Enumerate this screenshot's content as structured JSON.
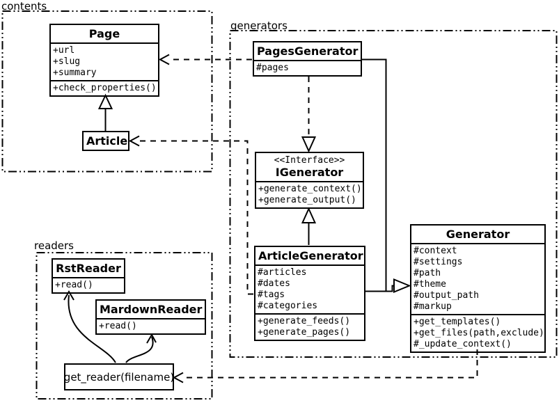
{
  "diagram_title": "UML class diagram of a static site generator (contents / generators / readers packages)",
  "packages": {
    "contents": {
      "label": "contents"
    },
    "generators": {
      "label": "generators"
    },
    "readers": {
      "label": "readers"
    }
  },
  "classes": {
    "page": {
      "title": "Page",
      "attrs": [
        "+url",
        "+slug",
        "+summary"
      ],
      "methods": [
        "+check_properties()"
      ]
    },
    "article": {
      "title": "Article"
    },
    "pages_generator": {
      "title": "PagesGenerator",
      "attrs": [
        "#pages"
      ]
    },
    "igenerator": {
      "stereotype": "<<Interface>>",
      "title": "IGenerator",
      "methods": [
        "+generate_context()",
        "+generate_output()"
      ]
    },
    "article_generator": {
      "title": "ArticleGenerator",
      "attrs": [
        "#articles",
        "#dates",
        "#tags",
        "#categories"
      ],
      "methods": [
        "+generate_feeds()",
        "+generate_pages()"
      ]
    },
    "generator": {
      "title": "Generator",
      "attrs": [
        "#context",
        "#settings",
        "#path",
        "#theme",
        "#output_path",
        "#markup"
      ],
      "methods": [
        "+get_templates()",
        "+get_files(path,exclude)",
        "#_update_context()"
      ]
    },
    "rst_reader": {
      "title": "RstReader",
      "methods": [
        "+read()"
      ]
    },
    "mardown_reader": {
      "title": "MardownReader",
      "methods": [
        "+read()"
      ]
    },
    "get_reader": {
      "label": "get_reader(filename)"
    }
  },
  "relationships": {
    "article_extends_page": "Article --|> Page",
    "pagesgenerator_uses_page": "PagesGenerator ..> Page",
    "articlegenerator_uses_article": "ArticleGenerator ..> Article",
    "pagesgenerator_implements_igenerator": "PagesGenerator ..|> IGenerator",
    "articlegenerator_implements_igenerator": "ArticleGenerator --|> IGenerator",
    "generators_extend_generator": "PagesGenerator, ArticleGenerator --|> Generator",
    "generator_uses_get_reader": "Generator ..> get_reader(filename)",
    "get_reader_returns_rstreader": "get_reader -> RstReader",
    "get_reader_returns_mardownreader": "get_reader -> MardownReader"
  },
  "colors": {
    "line": "#000000",
    "background": "#ffffff",
    "box_fill": "#ffffff"
  }
}
